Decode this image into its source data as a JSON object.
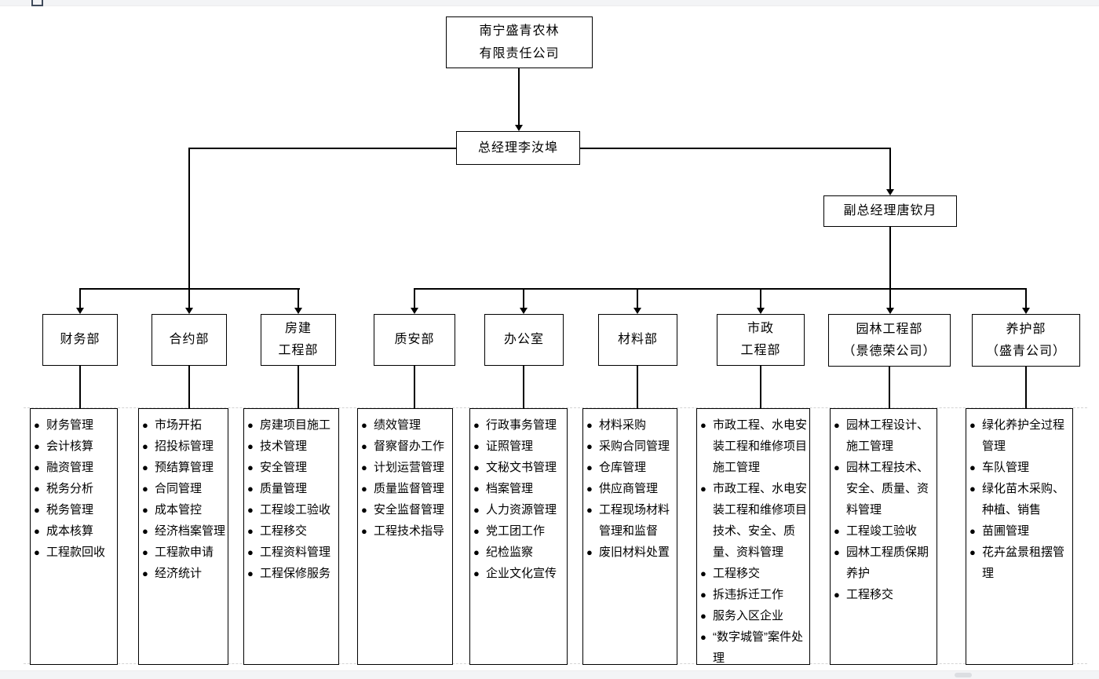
{
  "icons": {
    "bullet_char": "●"
  },
  "org": {
    "company": "南宁盛青农林\n有限责任公司",
    "general_manager": "总经理李汝埠",
    "deputy_general_manager": "副总经理唐钦月",
    "departments": [
      {
        "name": "财务部",
        "duties": [
          "财务管理",
          "会计核算",
          "融资管理",
          "税务分析",
          "税务管理",
          "成本核算",
          "工程款回收"
        ]
      },
      {
        "name": "合约部",
        "duties": [
          "市场开拓",
          "招投标管理",
          "预结算管理",
          "合同管理",
          "成本管控",
          "经济档案管理",
          "工程款申请",
          "经济统计"
        ]
      },
      {
        "name": "房建\n工程部",
        "duties": [
          "房建项目施工",
          "技术管理",
          "安全管理",
          "质量管理",
          "工程竣工验收",
          "工程移交",
          "工程资料管理",
          "工程保修服务"
        ]
      },
      {
        "name": "质安部",
        "duties": [
          "绩效管理",
          "督察督办工作",
          "计划运营管理",
          "质量监督管理",
          "安全监督管理",
          "工程技术指导"
        ]
      },
      {
        "name": "办公室",
        "duties": [
          "行政事务管理",
          "证照管理",
          "文秘文书管理",
          "档案管理",
          "人力资源管理",
          "党工团工作",
          "纪检监察",
          "企业文化宣传"
        ]
      },
      {
        "name": "材料部",
        "duties": [
          "材料采购",
          "采购合同管理",
          "仓库管理",
          "供应商管理",
          "工程现场材料管理和监督",
          "废旧材料处置"
        ]
      },
      {
        "name": "市政\n工程部",
        "duties": [
          "市政工程、水电安装工程和维修项目施工管理",
          "市政工程、水电安装工程和维修项目技术、安全、质量、资料管理",
          "工程移交",
          "拆违拆迁工作",
          "服务入区企业",
          "“数字城管”案件处理"
        ]
      },
      {
        "name": "园林工程部\n（景德荣公司）",
        "duties": [
          "园林工程设计、施工管理",
          "园林工程技术、安全、质量、资料管理",
          "工程竣工验收",
          "园林工程质保期养护",
          "工程移交"
        ]
      },
      {
        "name": "养护部\n（盛青公司）",
        "duties": [
          "绿化养护全过程管理",
          "车队管理",
          "绿化苗木采购、种植、销售",
          "苗圃管理",
          "花卉盆景租摆管理"
        ]
      }
    ]
  }
}
